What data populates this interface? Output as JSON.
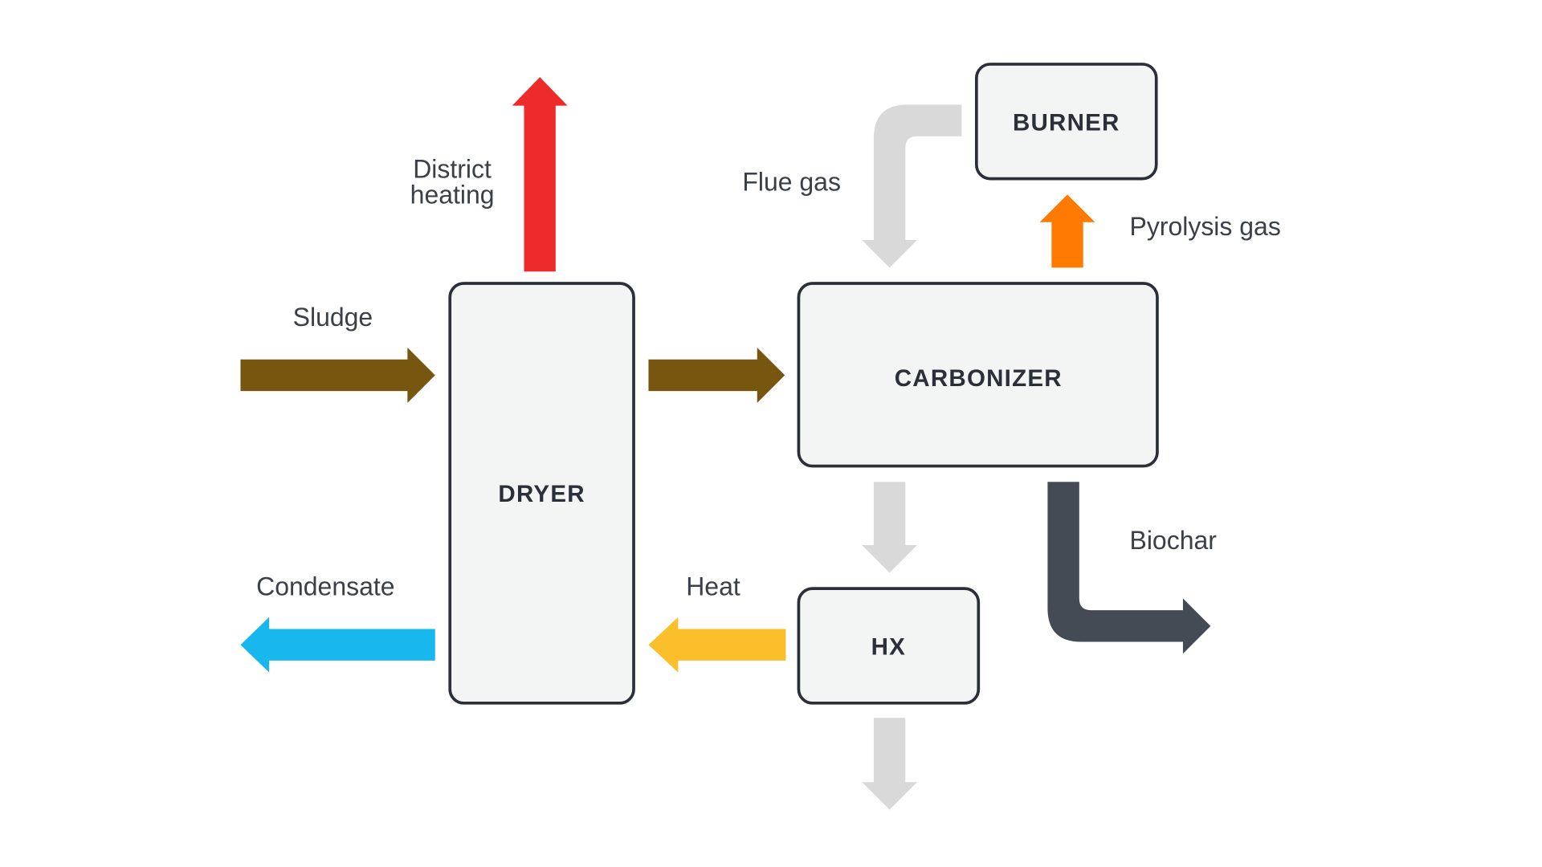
{
  "nodes": {
    "dryer": "DRYER",
    "carbonizer": "CARBONIZER",
    "burner": "BURNER",
    "hx": "HX"
  },
  "flows": {
    "sludge": "Sludge",
    "district_heating_line1": "District",
    "district_heating_line2": "heating",
    "flue_gas": "Flue gas",
    "pyrolysis_gas": "Pyrolysis gas",
    "condensate": "Condensate",
    "heat": "Heat",
    "biochar": "Biochar"
  },
  "colors": {
    "sludge": "#77570f",
    "district_heating": "#ee2b2b",
    "condensate": "#18b8ee",
    "heat": "#fcbf2c",
    "pyrolysis_gas": "#ff7a00",
    "gas": "#d9d9d9",
    "biochar": "#454b55"
  }
}
